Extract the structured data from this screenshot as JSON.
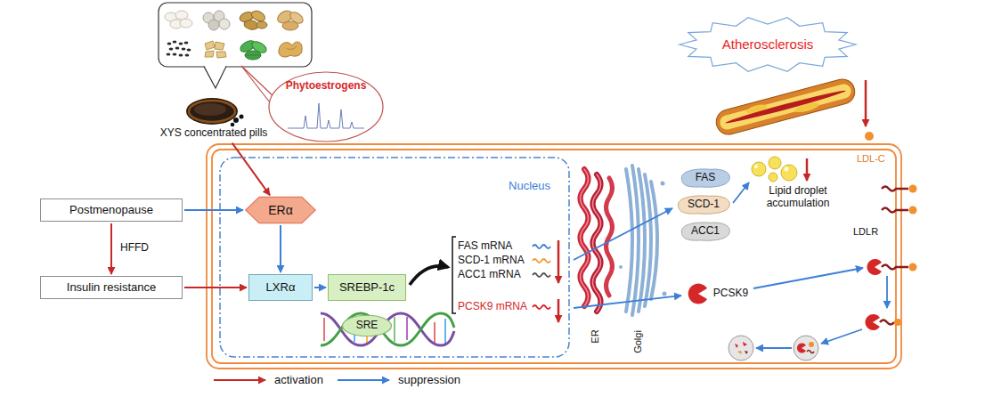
{
  "diagram": {
    "nodes": [
      {
        "text": [
          "XYS concentrated pills"
        ]
      },
      {
        "text": [
          "Phytoestrogens"
        ]
      },
      {
        "text": [
          "Atherosclerosis"
        ]
      },
      {
        "text": [
          "Postmenopause"
        ]
      },
      {
        "text": [
          "Insulin resistance"
        ]
      },
      {
        "text": [
          "Nucleus"
        ]
      },
      {
        "text": [
          "ERα"
        ],
        "in": 5
      },
      {
        "text": [
          "LXRα"
        ],
        "in": 5
      },
      {
        "text": [
          "SREBP-1c"
        ],
        "in": 5
      },
      {
        "text": [
          "SRE"
        ],
        "in": 5
      },
      {
        "text": [
          "FAS"
        ]
      },
      {
        "text": [
          "SCD-1"
        ]
      },
      {
        "text": [
          "ACC1"
        ]
      },
      {
        "text": [
          "PCSK9"
        ]
      }
    ],
    "edges": [
      {
        "from": 0,
        "to": 6,
        "arrow": "to"
      },
      {
        "from": 3,
        "to": 6,
        "arrow": "to"
      },
      {
        "from": 3,
        "to": 4,
        "label": "HFFD",
        "arrow": "to"
      },
      {
        "from": 4,
        "to": 7,
        "arrow": "to"
      },
      {
        "from": 6,
        "to": 7,
        "arrow": "to"
      },
      {
        "from": 7,
        "to": 8,
        "arrow": "to"
      }
    ],
    "labels": [
      "FAS mRNA",
      "SCD-1 mRNA",
      "ACC1 mRNA",
      "PCSK9 mRNA",
      "ER",
      "Golgi",
      "Lipid droplet accumulation",
      "LDLR",
      "LDL-C"
    ],
    "legend": [
      {
        "text": "activation"
      },
      {
        "text": "suppression"
      }
    ]
  }
}
